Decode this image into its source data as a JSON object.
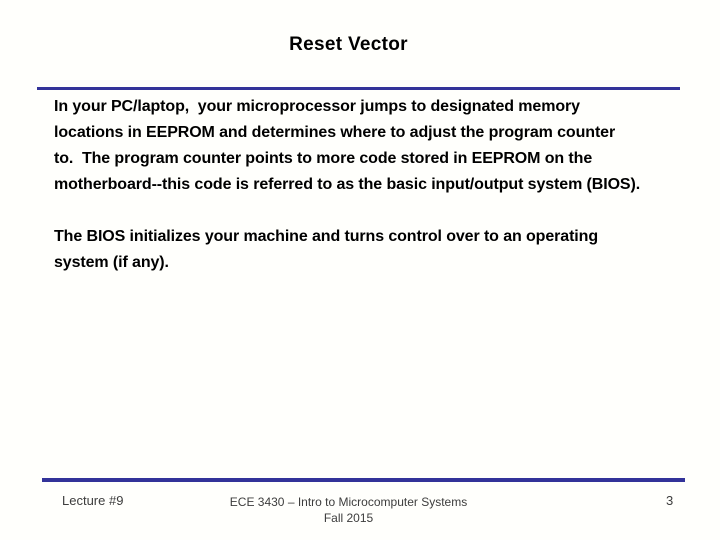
{
  "slide": {
    "title": "Reset Vector",
    "accent_color": "#333399",
    "paragraphs": {
      "p1": {
        "lines": {
          "l1": "In your PC/laptop,  your microprocessor jumps to designated memory",
          "l2": "locations in EEPROM and determines where to adjust the program counter",
          "l3": "to.  The program counter points to more code stored in EEPROM on the",
          "l4": "motherboard--this code is referred to as the basic input/output system (BIOS)."
        }
      },
      "p2": {
        "lines": {
          "l1": "The BIOS initializes your machine and turns control over to an operating",
          "l2": "system (if any)."
        }
      }
    },
    "footer": {
      "lecture_label": "Lecture #9",
      "course_line1": "ECE 3430 – Intro to Microcomputer Systems",
      "course_line2": "Fall 2015",
      "page_number": "3"
    }
  }
}
